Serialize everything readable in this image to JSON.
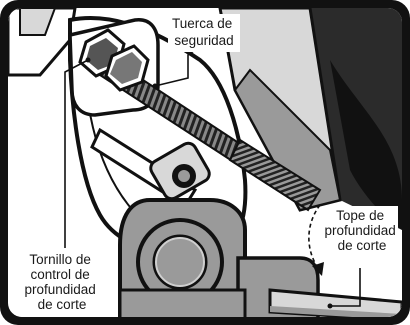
{
  "labels": {
    "lock_nut": [
      "Tuerca de",
      "seguridad"
    ],
    "depth_screw": [
      "Tornillo de",
      "control de",
      "profundidad",
      "de corte"
    ],
    "depth_stop": [
      "Tope de",
      "profundidad",
      "de corte"
    ]
  },
  "colors": {
    "frame": "#111111",
    "background": "#ffffff",
    "shade_dark": "#2b2b2b",
    "shade_mid": "#9a9a9a",
    "shade_light": "#d8d8d8"
  }
}
